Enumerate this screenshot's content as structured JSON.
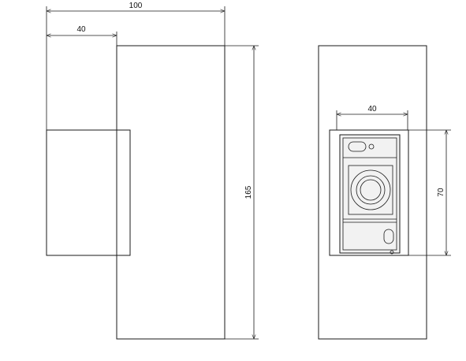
{
  "drawing": {
    "left_view": {
      "dim_total_width": "100",
      "dim_offset_width": "40",
      "dim_height": "165"
    },
    "right_view": {
      "dim_module_width": "40",
      "dim_module_height": "70"
    }
  },
  "colors": {
    "line": "#1a1a1a",
    "panel_fill": "#f2f2f2",
    "background": "#ffffff"
  },
  "icons": [
    "camera-lens-icon",
    "led-indicator-icon",
    "call-button-icon"
  ]
}
